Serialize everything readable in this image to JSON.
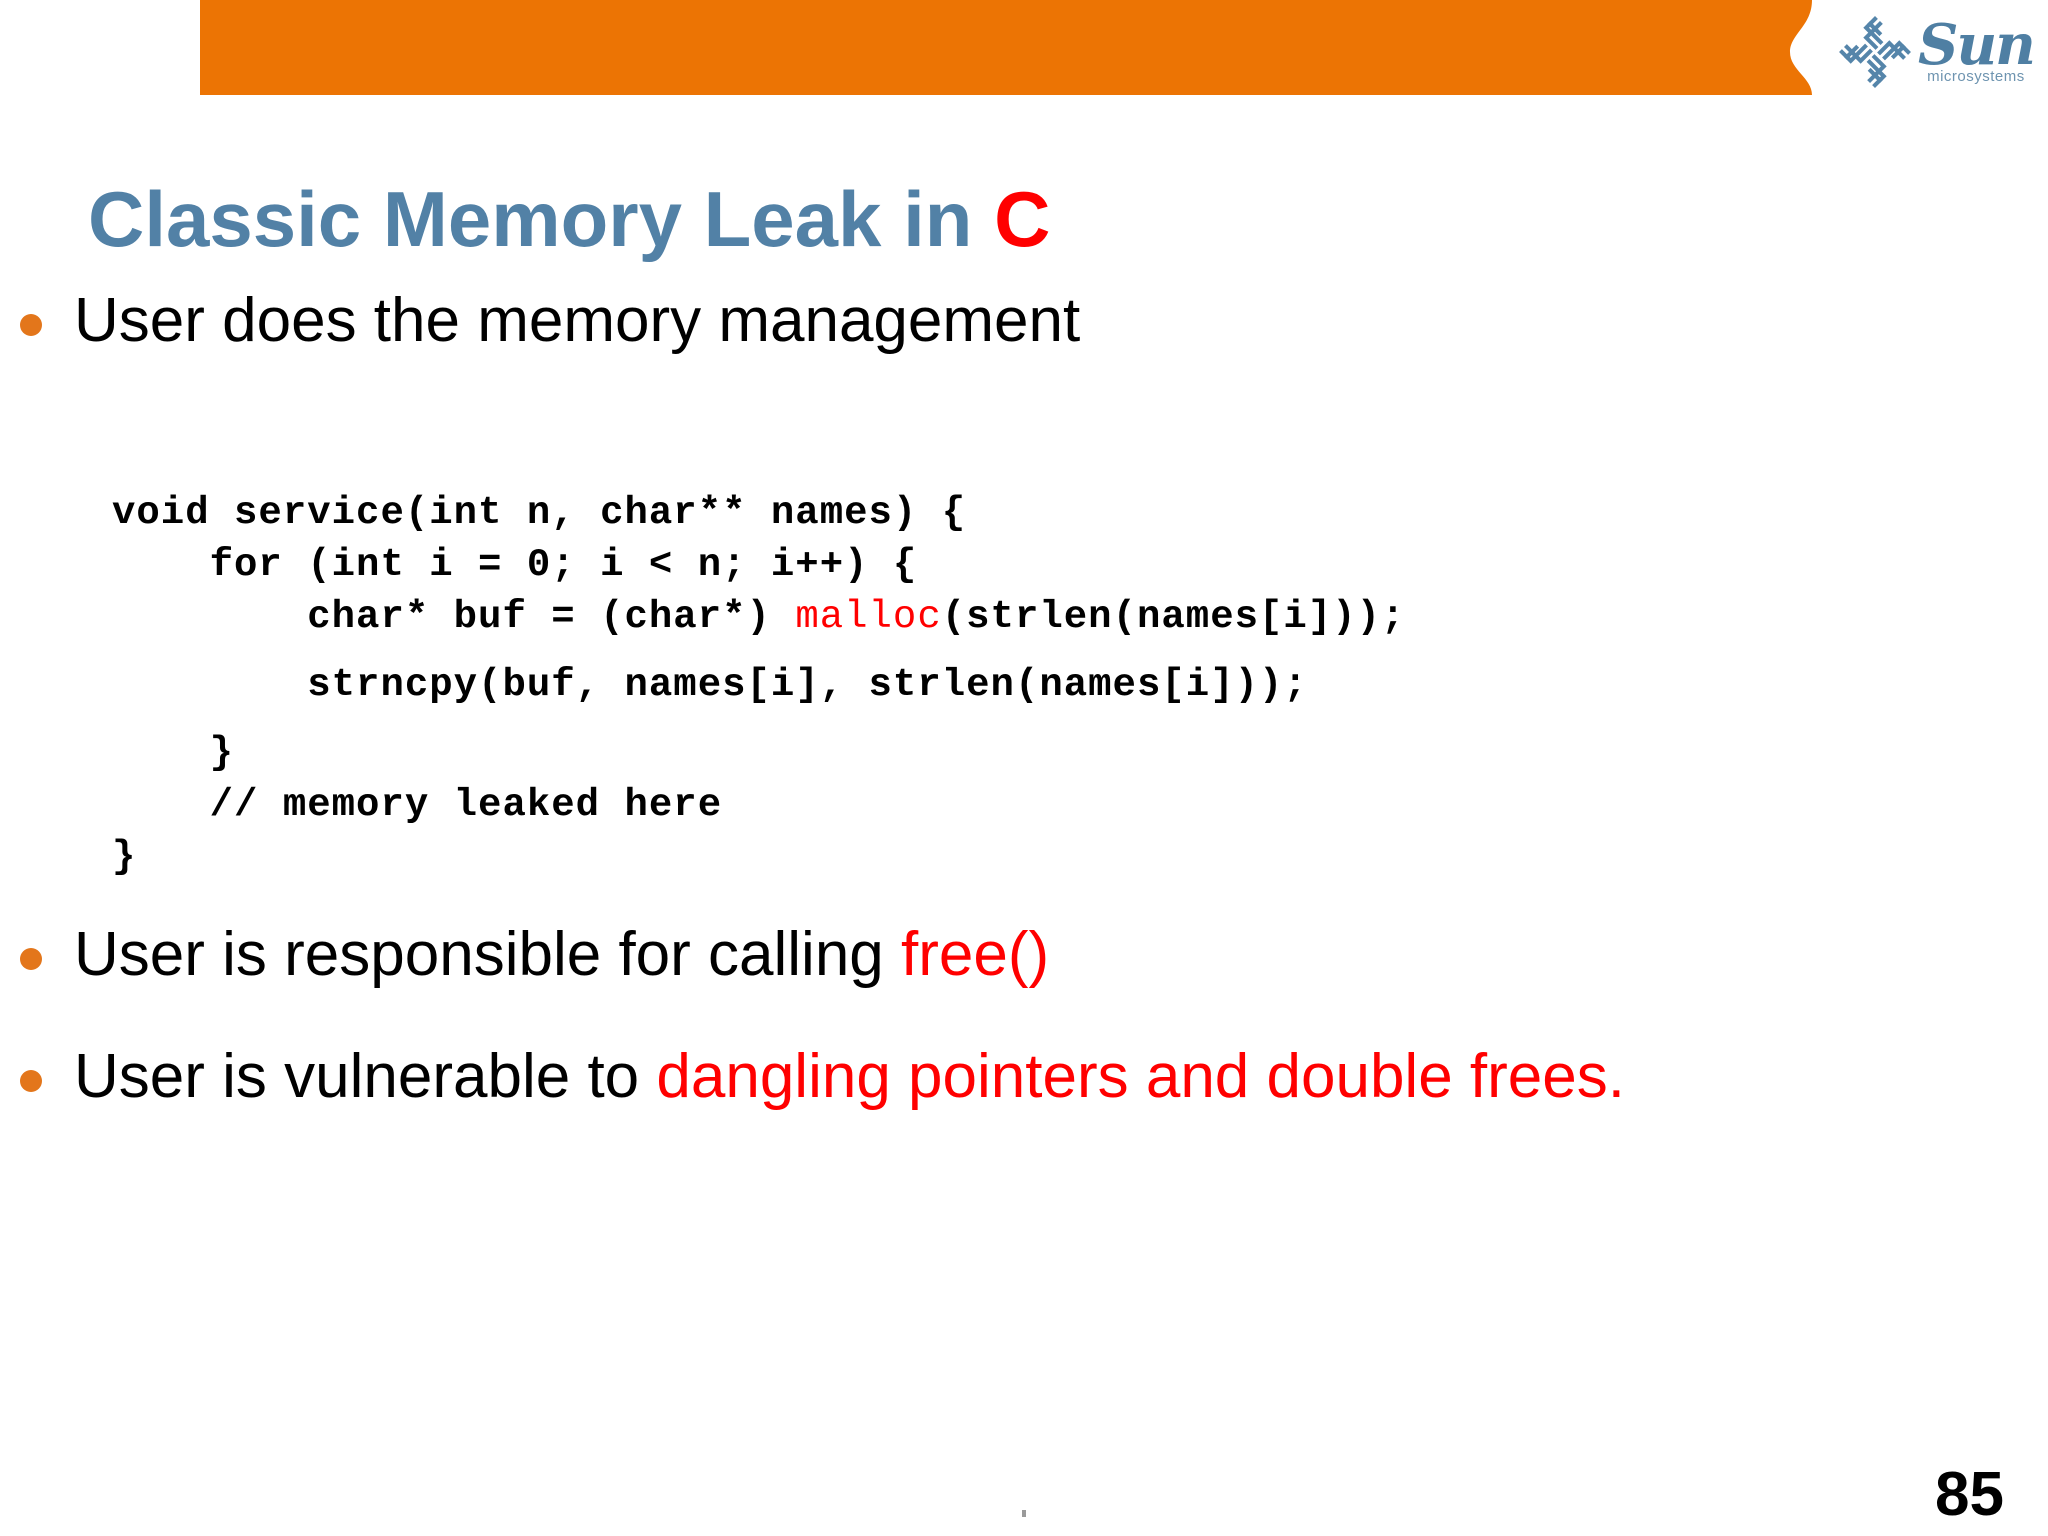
{
  "slide": {
    "title_main": "Classic Memory Leak in ",
    "title_accent": "C",
    "page_number": "85",
    "brand": {
      "logo_word": "Sun",
      "logo_sub": "microsystems",
      "logo_icon": "sun-diamond-logo"
    },
    "colors": {
      "band_orange": "#EC7404",
      "title_blue": "#5281A6",
      "accent_red": "#FF0000",
      "bullet_orange": "#E3761B",
      "logo_blue": "#4F7FA3",
      "text_black": "#000000"
    }
  },
  "bullets": [
    {
      "id": "bullet-1",
      "black_text": "User does the memory management",
      "red_text": ""
    },
    {
      "id": "bullet-2",
      "black_text": "User is responsible for calling ",
      "red_text": "free()"
    },
    {
      "id": "bullet-3",
      "black_text": "User is vulnerable to ",
      "red_text": "dangling pointers and double frees."
    }
  ],
  "code": {
    "language": "c",
    "lines": [
      {
        "pre": "void service(int n, char** names) {",
        "fn": "",
        "post": ""
      },
      {
        "pre": "    for (int i = 0; i < n; i++) {",
        "fn": "",
        "post": ""
      },
      {
        "pre": "        char* buf = (char*) ",
        "fn": "malloc",
        "post": "(strlen(names[i]));"
      },
      {
        "pre": "        strncpy(buf, names[i], strlen(names[i]));",
        "fn": "",
        "post": ""
      },
      {
        "pre": "    }",
        "fn": "",
        "post": ""
      },
      {
        "pre": "    // memory leaked here",
        "fn": "",
        "post": ""
      },
      {
        "pre": "}",
        "fn": "",
        "post": ""
      }
    ],
    "line_0": "void service(int n, char** names) {",
    "line_1": "    for (int i = 0; i < n; i++) {",
    "line_2_pre": "        char* buf = (char*) ",
    "line_2_fn": "malloc",
    "line_2_post": "(strlen(names[i]));",
    "line_3": "        strncpy(buf, names[i], strlen(names[i]));",
    "line_4": "    }",
    "line_5": "    // memory leaked here",
    "line_6": "}"
  }
}
